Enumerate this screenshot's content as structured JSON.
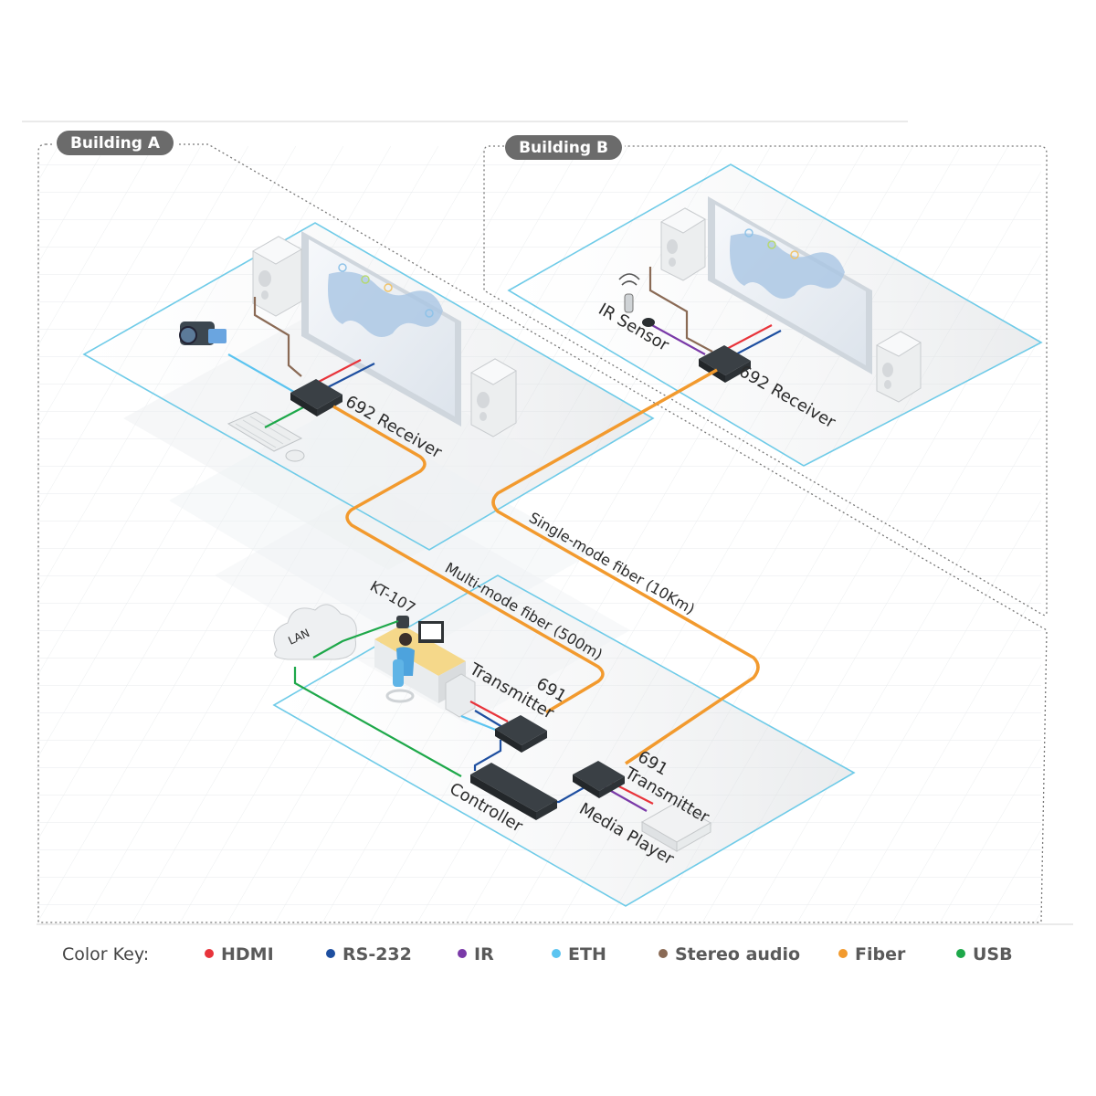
{
  "buildings": {
    "a": "Building A",
    "b": "Building B"
  },
  "devices": {
    "receiver_a": "692 Receiver",
    "receiver_b": "692 Receiver",
    "transmitter_1_line1": "691",
    "transmitter_1_line2": "Transmitter",
    "transmitter_2_line1": "691",
    "transmitter_2_line2": "Transmitter",
    "controller": "Controller",
    "media_player": "Media Player",
    "kt107": "KT-107",
    "ir_sensor": "IR Sensor",
    "lan": "LAN"
  },
  "links": {
    "multimode": "Multi-mode fiber (500m)",
    "singlemode": "Single-mode fiber (10Km)"
  },
  "legend": {
    "title": "Color Key:",
    "items": [
      {
        "label": "HDMI",
        "color": "#e8343b"
      },
      {
        "label": "RS-232",
        "color": "#1e4fa0"
      },
      {
        "label": "IR",
        "color": "#7a3aa8"
      },
      {
        "label": "ETH",
        "color": "#5bc4f0"
      },
      {
        "label": "Stereo audio",
        "color": "#8a6a55"
      },
      {
        "label": "Fiber",
        "color": "#f29a2e"
      },
      {
        "label": "USB",
        "color": "#1ea84a"
      }
    ]
  },
  "colors": {
    "fiber": "#f29a2e",
    "hdmi": "#e8343b",
    "rs232": "#1e4fa0",
    "ir": "#7a3aa8",
    "eth": "#5bc4f0",
    "audio": "#8a6a55",
    "usb": "#1ea84a",
    "plane": "#6fcbe8",
    "pill": "#6b6b6b",
    "device": "#2f3336"
  }
}
